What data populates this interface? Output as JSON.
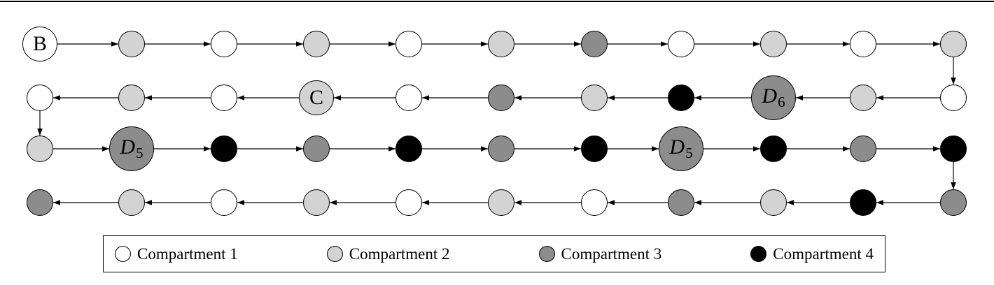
{
  "figure": {
    "colors": {
      "compartment1": "#ffffff",
      "compartment2": "#d3d3d3",
      "compartment3": "#8c8c8c",
      "compartment4": "#000000",
      "stroke": "#000000"
    },
    "layout": {
      "cols_x": [
        57,
        188,
        320,
        452,
        584,
        716,
        849,
        973,
        1105,
        1233,
        1362
      ],
      "rows_y": [
        63,
        140,
        213,
        290
      ],
      "radius": {
        "s": 19,
        "m": 25,
        "l": 32
      }
    },
    "rows": [
      {
        "direction": "right",
        "nodes": [
          {
            "c": 1,
            "label": "B",
            "size": "m"
          },
          {
            "c": 2
          },
          {
            "c": 1
          },
          {
            "c": 2
          },
          {
            "c": 1
          },
          {
            "c": 2
          },
          {
            "c": 3
          },
          {
            "c": 1
          },
          {
            "c": 2
          },
          {
            "c": 1
          },
          {
            "c": 2
          }
        ]
      },
      {
        "direction": "left",
        "nodes": [
          {
            "c": 1
          },
          {
            "c": 2
          },
          {
            "c": 1
          },
          {
            "c": 2,
            "label": "C",
            "size": "m"
          },
          {
            "c": 1
          },
          {
            "c": 3
          },
          {
            "c": 2
          },
          {
            "c": 4
          },
          {
            "c": 3,
            "label": "D",
            "sub": "6",
            "size": "l"
          },
          {
            "c": 2
          },
          {
            "c": 1
          }
        ]
      },
      {
        "direction": "right",
        "nodes": [
          {
            "c": 2
          },
          {
            "c": 3,
            "label": "D",
            "sub": "5",
            "size": "l"
          },
          {
            "c": 4
          },
          {
            "c": 3
          },
          {
            "c": 4
          },
          {
            "c": 3
          },
          {
            "c": 4
          },
          {
            "c": 3,
            "label": "D",
            "sub": "5",
            "size": "l"
          },
          {
            "c": 4
          },
          {
            "c": 3
          },
          {
            "c": 4
          }
        ]
      },
      {
        "direction": "left",
        "nodes": [
          {
            "c": 3
          },
          {
            "c": 2
          },
          {
            "c": 1
          },
          {
            "c": 2
          },
          {
            "c": 1
          },
          {
            "c": 2
          },
          {
            "c": 1
          },
          {
            "c": 3
          },
          {
            "c": 2
          },
          {
            "c": 4
          },
          {
            "c": 3
          }
        ]
      }
    ],
    "vertical_links": [
      {
        "from_row": 0,
        "to_row": 1,
        "col": 10
      },
      {
        "from_row": 1,
        "to_row": 2,
        "col": 0
      },
      {
        "from_row": 2,
        "to_row": 3,
        "col": 10
      }
    ]
  },
  "legend": {
    "items": [
      {
        "label": "Compartment 1",
        "c": 1
      },
      {
        "label": "Compartment 2",
        "c": 2
      },
      {
        "label": "Compartment 3",
        "c": 3
      },
      {
        "label": "Compartment 4",
        "c": 4
      }
    ]
  }
}
